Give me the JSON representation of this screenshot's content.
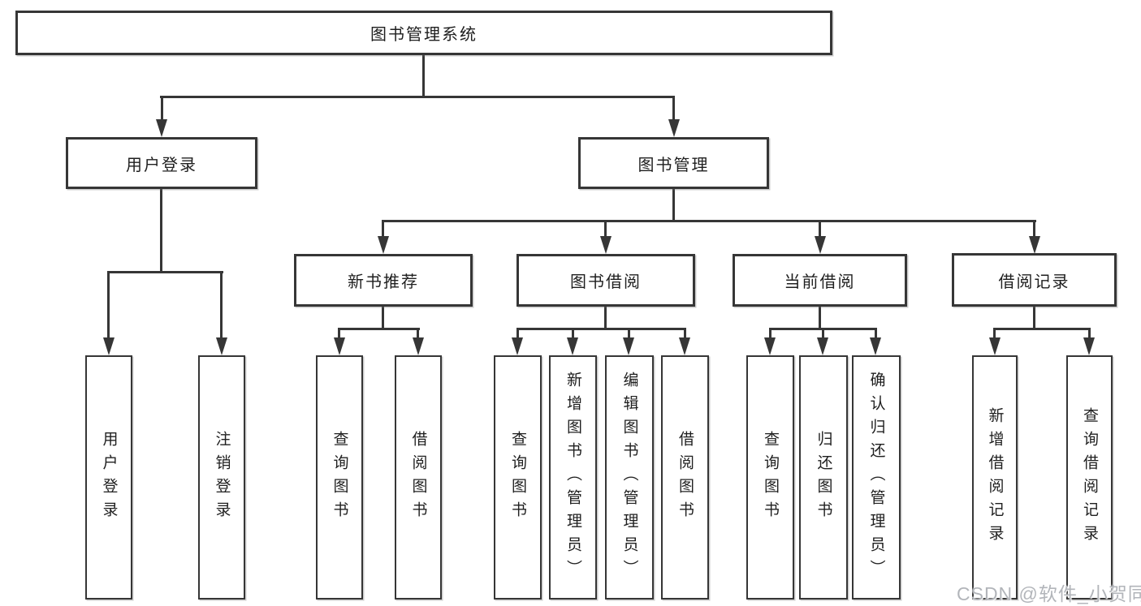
{
  "diagram": {
    "root": "图书管理系统",
    "branches": [
      {
        "label": "用户登录",
        "leaves": [
          "用户登录",
          "注销登录"
        ]
      },
      {
        "label": "图书管理",
        "children": [
          {
            "label": "新书推荐",
            "leaves": [
              "查询图书",
              "借阅图书"
            ]
          },
          {
            "label": "图书借阅",
            "leaves": [
              "查询图书",
              "新增图书（管理员）",
              "编辑图书（管理员）",
              "借阅图书"
            ]
          },
          {
            "label": "当前借阅",
            "leaves": [
              "查询图书",
              "归还图书",
              "确认归还（管理员）"
            ]
          },
          {
            "label": "借阅记录",
            "leaves": [
              "新增借阅记录",
              "查询借阅记录"
            ]
          }
        ]
      }
    ]
  },
  "watermark": {
    "text": "CSDN @软件_小贺同学"
  },
  "colors": {
    "line": "#363636",
    "text": "#1f1f1f",
    "watermark": "#b2b5ba",
    "background": "#ffffff"
  }
}
